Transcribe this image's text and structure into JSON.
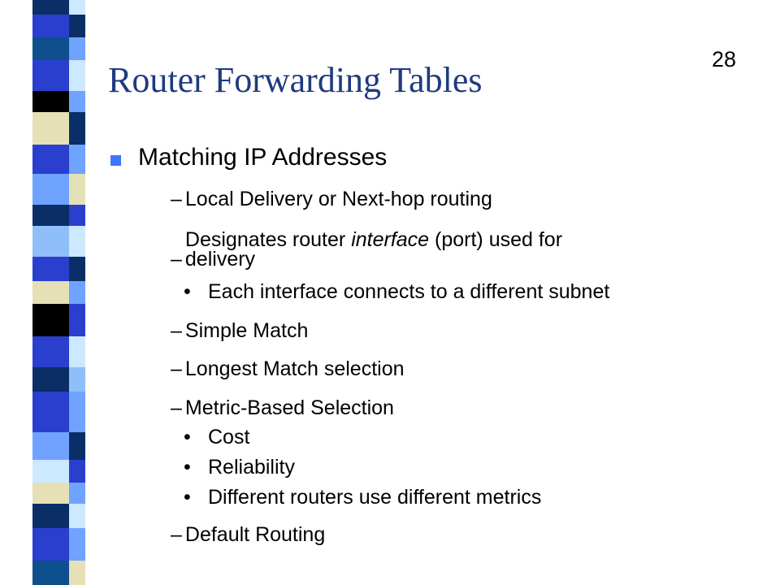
{
  "slide": {
    "number": "28",
    "title": "Router Forwarding Tables"
  },
  "content": {
    "heading": "Matching IP Addresses",
    "items": [
      {
        "dash": "–",
        "text": "Local Delivery or Next-hop routing"
      },
      {
        "dash": "–",
        "text_before": "Designates router ",
        "text_italic": "interface",
        "text_after": " (port) used for",
        "text_line2": "delivery"
      },
      {
        "bullet": "•",
        "text": "Each interface connects to a different subnet"
      },
      {
        "dash": "–",
        "text": "Simple Match"
      },
      {
        "dash": "–",
        "text": "Longest Match selection"
      },
      {
        "dash": "–",
        "text": "Metric-Based Selection"
      },
      {
        "bullet": "•",
        "text": "Cost"
      },
      {
        "bullet": "•",
        "text": "Reliability"
      },
      {
        "bullet": "•",
        "text": "Different routers use different metrics"
      },
      {
        "dash": "–",
        "text": "Default Routing"
      }
    ]
  },
  "theme": {
    "title_color": "#1f3a80",
    "bullet_color": "#3b77ff",
    "stripe_colors": [
      "#0a2f66",
      "#2b3fcf",
      "#6fa3ff",
      "#e5e0b5",
      "#cde9ff",
      "#000000",
      "#0e4f8e",
      "#8fbff8"
    ]
  }
}
